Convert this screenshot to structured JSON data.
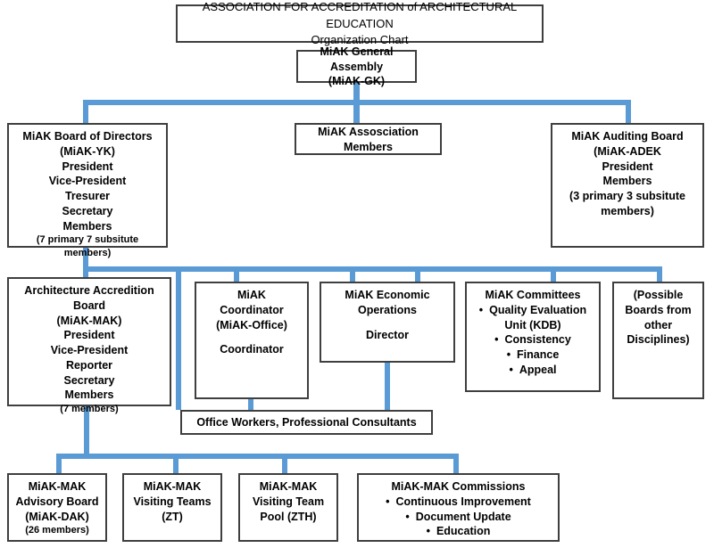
{
  "chart_data": {
    "type": "diagram",
    "diagram_type": "organization-chart",
    "title": "ASSOCIATION FOR ACCREDITATION of ARCHITECTURAL EDUCATION",
    "subtitle": "Organization Chart",
    "accent_color": "#5B9BD5",
    "border_color": "#3f3f3f",
    "background_color": "#ffffff",
    "nodes": [
      {
        "id": "title",
        "lines": [
          "ASSOCIATION FOR ACCREDITATION of ARCHITECTURAL EDUCATION",
          "Organization Chart"
        ]
      },
      {
        "id": "general-assembly",
        "lines": [
          "MiAK General Assembly",
          "(MiAK-GK)"
        ]
      },
      {
        "id": "board-of-directors",
        "lines": [
          "MiAK Board of Directors",
          "(MiAK-YK)",
          "President",
          "Vice-President",
          "Tresurer",
          "Secretary",
          "Members"
        ],
        "note": "(7 primary 7 subsitute members)"
      },
      {
        "id": "association-members",
        "lines": [
          "MiAK Assosciation",
          "Members"
        ]
      },
      {
        "id": "auditing-board",
        "lines": [
          "MiAK Auditing Board",
          "(MiAK-ADEK",
          "President",
          "Members",
          "(3 primary 3 subsitute",
          "members)"
        ]
      },
      {
        "id": "accreditation-board",
        "lines": [
          "Architecture Accredition Board",
          "(MiAK-MAK)",
          "President",
          "Vice-President",
          "Reporter",
          "Secretary",
          "Members"
        ],
        "note": "(7 members)"
      },
      {
        "id": "coordinator",
        "lines": [
          "MiAK",
          "Coordinator",
          "(MiAK-Office)",
          "",
          "Coordinator"
        ]
      },
      {
        "id": "economic-operations",
        "lines": [
          "MiAK Economic",
          "Operations",
          "",
          "Director"
        ]
      },
      {
        "id": "committees",
        "heading": "MiAK Committees",
        "bullets": [
          "Quality Evaluation",
          "Unit (KDB)",
          "Consistency",
          "Finance",
          "Appeal"
        ]
      },
      {
        "id": "possible-boards",
        "lines": [
          "(Possible",
          "Boards from",
          "other",
          "Disciplines)"
        ]
      },
      {
        "id": "office-workers",
        "lines": [
          "Office Workers, Professional Consultants"
        ]
      },
      {
        "id": "advisory-board",
        "lines": [
          "MiAK-MAK",
          "Advisory Board",
          "(MiAK-DAK)"
        ],
        "note": "(26 members)"
      },
      {
        "id": "visiting-teams",
        "lines": [
          "MiAK-MAK",
          "Visiting Teams",
          "(ZT)"
        ]
      },
      {
        "id": "visiting-team-pool",
        "lines": [
          "MiAK-MAK",
          "Visiting Team",
          "Pool (ZTH)"
        ]
      },
      {
        "id": "commissions",
        "heading": "MiAK-MAK Commissions",
        "bullets": [
          "Continuous Improvement",
          "Document Update",
          "Education"
        ]
      }
    ]
  },
  "title_box": {
    "line1": "ASSOCIATION FOR ACCREDITATION of ARCHITECTURAL EDUCATION",
    "line2": "Organization Chart"
  },
  "general_assembly": {
    "line1": "MiAK General Assembly",
    "line2": "(MiAK-GK)"
  },
  "board_of_directors": {
    "line1": "MiAK Board of Directors",
    "line2": "(MiAK-YK)",
    "line3": "President",
    "line4": "Vice-President",
    "line5": "Tresurer",
    "line6": "Secretary",
    "line7": "Members",
    "line8": "(7 primary 7 subsitute members)"
  },
  "association_members": {
    "line1": "MiAK Assosciation",
    "line2": "Members"
  },
  "auditing_board": {
    "line1": "MiAK Auditing Board",
    "line2": "(MiAK-ADEK",
    "line3": "President",
    "line4": "Members",
    "line5": "(3 primary 3 subsitute",
    "line6": "members)"
  },
  "accreditation_board": {
    "line1": "Architecture Accredition Board",
    "line2": "(MiAK-MAK)",
    "line3": "President",
    "line4": "Vice-President",
    "line5": "Reporter",
    "line6": "Secretary",
    "line7": "Members",
    "line8": "(7 members)"
  },
  "coordinator": {
    "line1": "MiAK",
    "line2": "Coordinator",
    "line3": "(MiAK-Office)",
    "line4": "Coordinator"
  },
  "economic_operations": {
    "line1": "MiAK Economic",
    "line2": "Operations",
    "line3": "Director"
  },
  "committees": {
    "heading": "MiAK Committees",
    "bullet1": "Quality Evaluation",
    "bullet1_cont": "Unit (KDB)",
    "bullet2": "Consistency",
    "bullet3": "Finance",
    "bullet4": "Appeal"
  },
  "possible_boards": {
    "line1": "(Possible",
    "line2": "Boards from",
    "line3": "other",
    "line4": "Disciplines)"
  },
  "office_workers": {
    "line1": "Office Workers, Professional Consultants"
  },
  "advisory_board": {
    "line1": "MiAK-MAK",
    "line2": "Advisory Board",
    "line3": "(MiAK-DAK)",
    "line4": "(26 members)"
  },
  "visiting_teams": {
    "line1": "MiAK-MAK",
    "line2": "Visiting Teams",
    "line3": "(ZT)"
  },
  "visiting_team_pool": {
    "line1": "MiAK-MAK",
    "line2": "Visiting Team",
    "line3": "Pool (ZTH)"
  },
  "commissions": {
    "heading": "MiAK-MAK Commissions",
    "bullet1": "Continuous Improvement",
    "bullet2": "Document Update",
    "bullet3": "Education"
  }
}
